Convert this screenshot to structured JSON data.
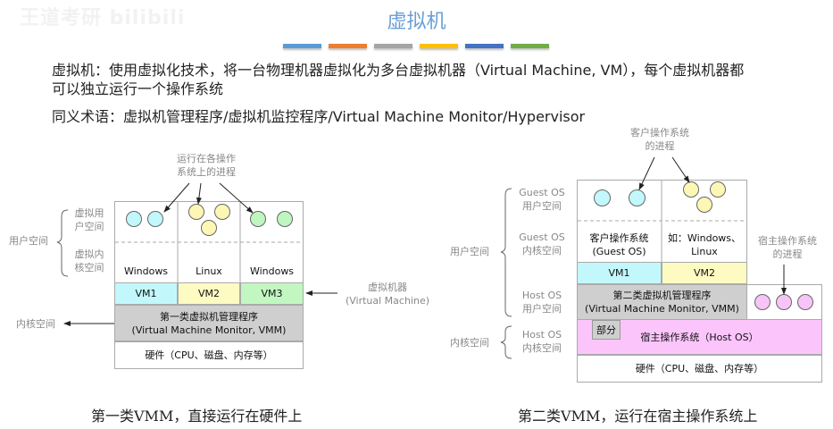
{
  "watermark": "王道考研 bilibili",
  "title": "虚拟机",
  "decor_bar_colors": [
    "#5b9bd5",
    "#ed7d31",
    "#a5a5a5",
    "#ffc000",
    "#4472c4",
    "#70ad47"
  ],
  "definition_line1": "虚拟机：使用虚拟化技术，将一台物理机器虚拟化为多台虚拟机器（Virtual Machine, VM），每个虚拟机器都",
  "definition_line2": "可以独立运行一个操作系统",
  "synonyms": "同义术语：虚拟机管理程序/虚拟机监控程序/Virtual Machine Monitor/Hypervisor",
  "colors": {
    "vm_cyan": "#c2f8fb",
    "vm_yellow": "#fdfbc2",
    "vm_green": "#c2f7c2",
    "vmm_gray": "#cfcfcf",
    "host_pink": "#fbc5fb",
    "circle_cyan": "#c2f8fb",
    "circle_yellow": "#fdf7b5",
    "circle_green": "#bff5bf",
    "circle_pink": "#f7c4f7"
  },
  "type1": {
    "process_note_line1": "运行在各操作",
    "process_note_line2": "系统上的进程",
    "brace_outer_label": "用户空间",
    "virtual_user_space_line1": "虚拟用",
    "virtual_user_space_line2": "户空间",
    "virtual_kernel_space_line1": "虚拟内",
    "virtual_kernel_space_line2": "核空间",
    "os_columns": [
      "Windows",
      "Linux",
      "Windows"
    ],
    "vms": [
      "VM1",
      "VM2",
      "VM3"
    ],
    "vmm_line1": "第一类虚拟机管理程序",
    "vmm_line2": "(Virtual Machine Monitor, VMM)",
    "hardware": "硬件（CPU、磁盘、内存等）",
    "kernel_space_label": "内核空间",
    "vm_note_line1": "虚拟机器",
    "vm_note_line2": "(Virtual Machine)",
    "caption": "第一类VMM，直接运行在硬件上"
  },
  "type2": {
    "guest_process_note_line1": "客户操作系统",
    "guest_process_note_line2": "的进程",
    "host_process_note_line1": "宿主操作系统",
    "host_process_note_line2": "的进程",
    "user_space_label": "用户空间",
    "kernel_space_label": "内核空间",
    "guest_user_line1": "Guest OS",
    "guest_user_line2": "用户空间",
    "guest_kernel_line1": "Guest OS",
    "guest_kernel_line2": "内核空间",
    "host_user_line1": "Host OS",
    "host_user_line2": "用户空间",
    "host_kernel_line1": "Host OS",
    "host_kernel_line2": "内核空间",
    "guest_os_line1": "客户操作系统",
    "guest_os_line2": "(Guest OS)",
    "example_os_line1": "如：Windows、",
    "example_os_line2": "Linux",
    "vms": [
      "VM1",
      "VM2"
    ],
    "vmm_line1": "第二类虚拟机管理程序",
    "vmm_line2": "(Virtual Machine Monitor, VMM)",
    "partial_label": "部分",
    "host_os": "宿主操作系统（Host OS）",
    "hardware": "硬件（CPU、磁盘、内存等）",
    "caption": "第二类VMM，运行在宿主操作系统上"
  }
}
